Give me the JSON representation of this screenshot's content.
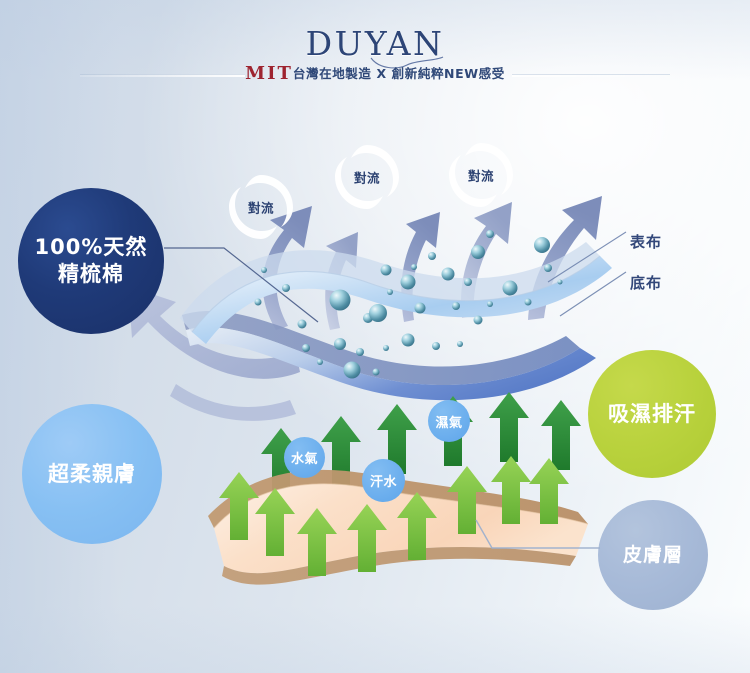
{
  "header": {
    "brand": "DUYAN",
    "tag_mit": "MIT",
    "tag_cn": "台灣在地製造 X 創新純粹NEW感受"
  },
  "bubbles": {
    "cotton": {
      "line1": "100%天然",
      "line2": "精梳棉",
      "color": "#1f3a78"
    },
    "soft": {
      "label": "超柔親膚",
      "color": "#87c0f3"
    },
    "wicking": {
      "label": "吸濕排汗",
      "color": "#b9d23d"
    },
    "skin": {
      "label": "皮膚層",
      "color": "#a7bad8"
    }
  },
  "fabric_labels": {
    "surface": "表布",
    "base": "底布"
  },
  "convection": [
    {
      "label": "對流"
    },
    {
      "label": "對流"
    },
    {
      "label": "對流"
    }
  ],
  "vapor": [
    {
      "label": "水氣"
    },
    {
      "label": "汗水"
    },
    {
      "label": "濕氣"
    }
  ],
  "colors": {
    "background_left": "#ccd8e8",
    "background_right": "#fbfdfe",
    "navy": "#1f3a78",
    "red": "#9e2430",
    "skin_layer": "#fadcc2",
    "arrow_dark_green": "#2f8b37",
    "arrow_light_green": "#7cc242",
    "flow_arrow": "#8f9ec6",
    "droplet": "#5c97ad"
  }
}
